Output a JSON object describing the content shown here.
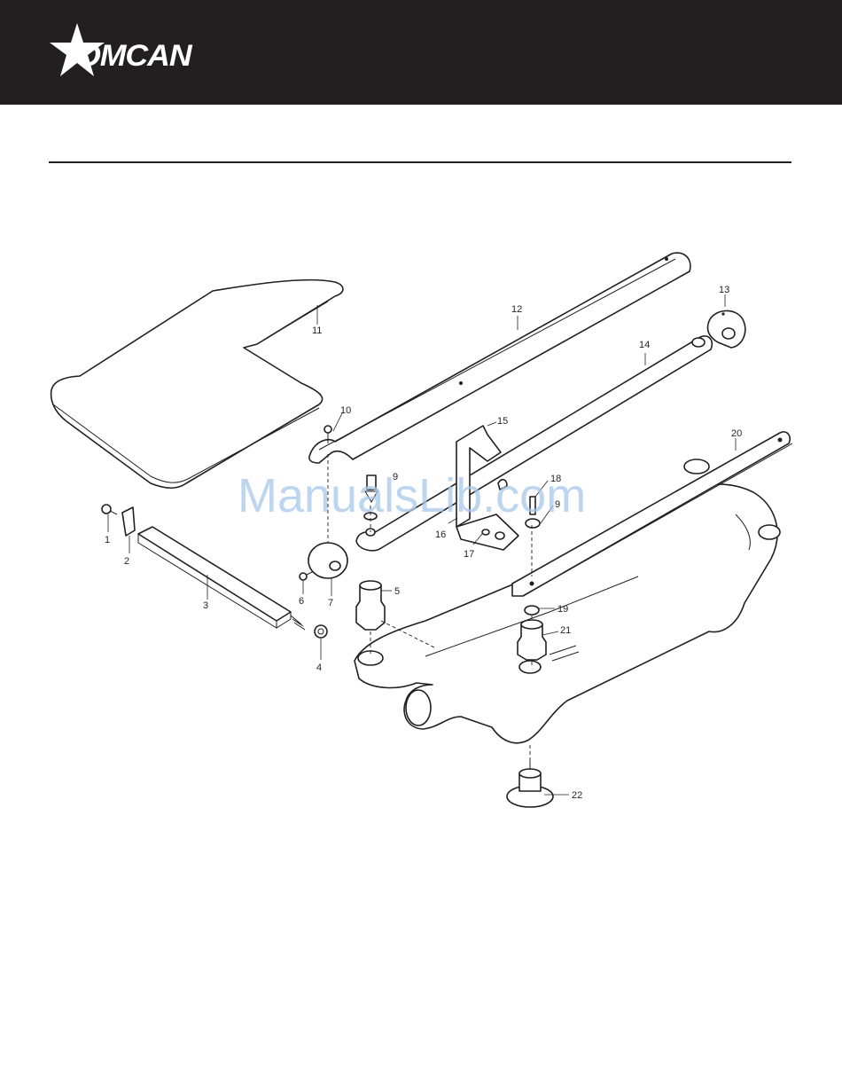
{
  "header": {
    "brand": "OMCAN",
    "background_color": "#231f20",
    "logo_icon": "star-icon"
  },
  "diagram": {
    "watermark": "ManualsLib.com",
    "callouts": [
      "1",
      "2",
      "3",
      "4",
      "5",
      "6",
      "7",
      "9",
      "9",
      "10",
      "11",
      "12",
      "13",
      "14",
      "15",
      "16",
      "17",
      "18",
      "19",
      "20",
      "21",
      "22"
    ]
  }
}
